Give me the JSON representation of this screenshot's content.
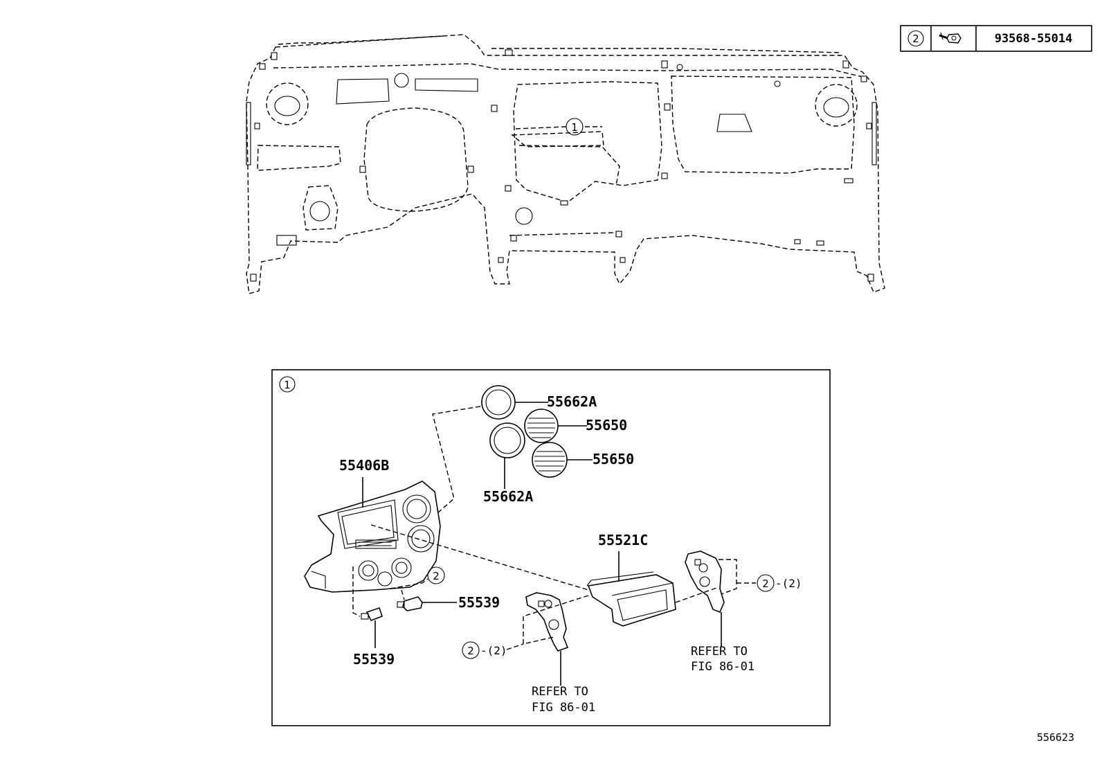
{
  "legend": {
    "callout": "2",
    "icon": "bolt-icon",
    "part_number": "93568-55014"
  },
  "main_callout": "1",
  "detail_box_callout": "1",
  "parts": {
    "ring_upper": "55662A",
    "ring_lower": "55662A",
    "louver_upper": "55650",
    "louver_lower": "55650",
    "center_panel": "55406B",
    "switch_right": "55539",
    "switch_left": "55539",
    "pocket": "55521C"
  },
  "screws": {
    "panel_screw": "2",
    "left_bracket_screw": "2",
    "left_bracket_qty": "-(2)",
    "right_bracket_screw": "2",
    "right_bracket_qty": "-(2)"
  },
  "refs": {
    "left_line1": "REFER TO",
    "left_line2": "FIG 86-01",
    "right_line1": "REFER TO",
    "right_line2": "FIG 86-01"
  },
  "illustration_id": "556623"
}
